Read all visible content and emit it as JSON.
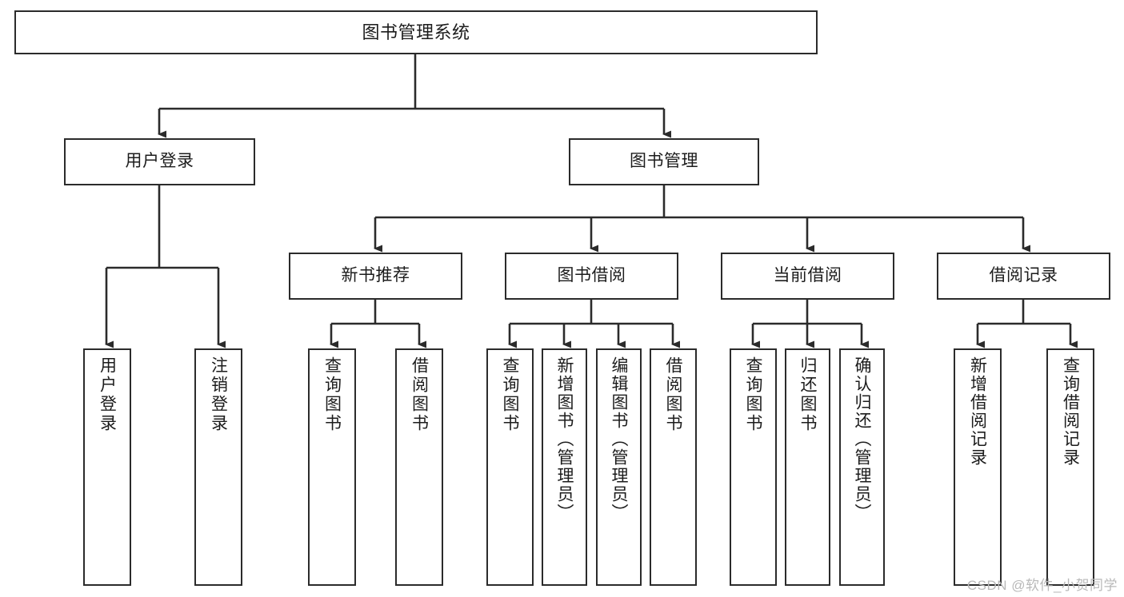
{
  "diagram": {
    "type": "tree",
    "title": "图书管理系统",
    "watermark": "CSDN @软件_小贺同学",
    "colors": {
      "stroke": "#2b2b2b",
      "fill": "#ffffff",
      "text": "#1c1c1c",
      "watermark": "#b9b9b9"
    },
    "root": {
      "label": "图书管理系统"
    },
    "level2": [
      {
        "id": "user-login",
        "label": "用户登录"
      },
      {
        "id": "book-manage",
        "label": "图书管理"
      }
    ],
    "level3": [
      {
        "id": "new-book-rec",
        "label": "新书推荐"
      },
      {
        "id": "book-borrow",
        "label": "图书借阅"
      },
      {
        "id": "current-borrow",
        "label": "当前借阅"
      },
      {
        "id": "borrow-record",
        "label": "借阅记录"
      }
    ],
    "leaves": {
      "user-login": [
        {
          "id": "leaf-user-login",
          "label": "用户登录"
        },
        {
          "id": "leaf-logout",
          "label": "注销登录"
        }
      ],
      "new-book-rec": [
        {
          "id": "leaf-query-book-1",
          "label": "查询图书"
        },
        {
          "id": "leaf-borrow-book-1",
          "label": "借阅图书"
        }
      ],
      "book-borrow": [
        {
          "id": "leaf-query-book-2",
          "label": "查询图书"
        },
        {
          "id": "leaf-add-book",
          "label": "新增图书（管理员）"
        },
        {
          "id": "leaf-edit-book",
          "label": "编辑图书（管理员）"
        },
        {
          "id": "leaf-borrow-book-2",
          "label": "借阅图书"
        }
      ],
      "current-borrow": [
        {
          "id": "leaf-query-book-3",
          "label": "查询图书"
        },
        {
          "id": "leaf-return-book",
          "label": "归还图书"
        },
        {
          "id": "leaf-confirm-return",
          "label": "确认归还（管理员）"
        }
      ],
      "borrow-record": [
        {
          "id": "leaf-add-record",
          "label": "新增借阅记录"
        },
        {
          "id": "leaf-query-record",
          "label": "查询借阅记录"
        }
      ]
    }
  }
}
